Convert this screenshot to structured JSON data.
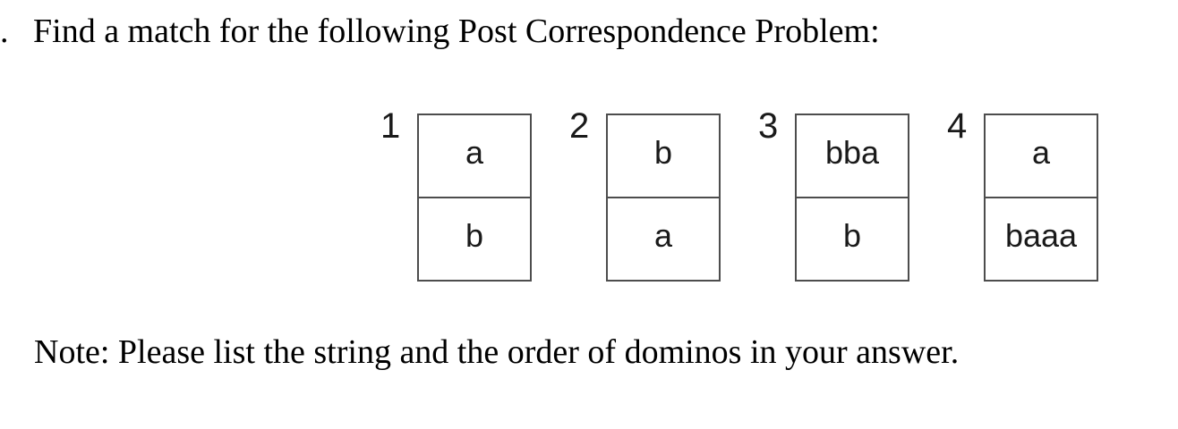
{
  "question": {
    "prefix": ".",
    "text": "Find a match for the following Post Correspondence Problem:"
  },
  "dominos": [
    {
      "label": "1",
      "top": "a",
      "bottom": "b"
    },
    {
      "label": "2",
      "top": "b",
      "bottom": "a"
    },
    {
      "label": "3",
      "top": "bba",
      "bottom": "b"
    },
    {
      "label": "4",
      "top": "a",
      "bottom": "baaa"
    }
  ],
  "note": "Note: Please list the string and the order of dominos in your answer.",
  "colors": {
    "border": "#4d4d4d",
    "text": "#000000"
  }
}
